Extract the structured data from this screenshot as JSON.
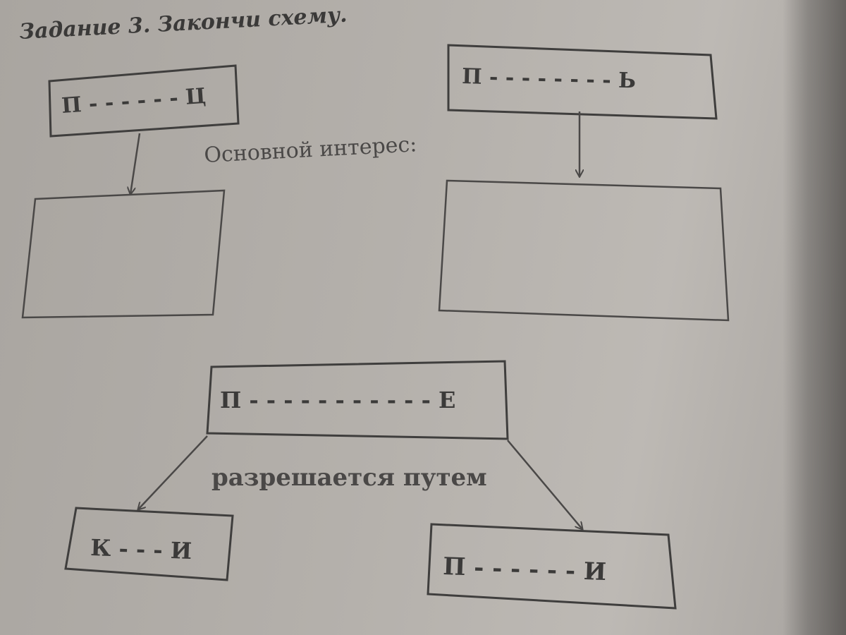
{
  "task_title": "Задание 3. Закончи схему.",
  "center_label": "Основной интерес:",
  "bottom_label": "разрешается путем",
  "boxes": {
    "top_left": "П - - - - - - Ц",
    "top_right": "П - - - - - - - - Ь",
    "middle": "П - - - - - - - - - - - Е",
    "bottom_left": "К - - - И",
    "bottom_right": "П - - - - - - И"
  },
  "colors": {
    "paper": "#b4b0ab",
    "ink": "#3b3a39"
  }
}
